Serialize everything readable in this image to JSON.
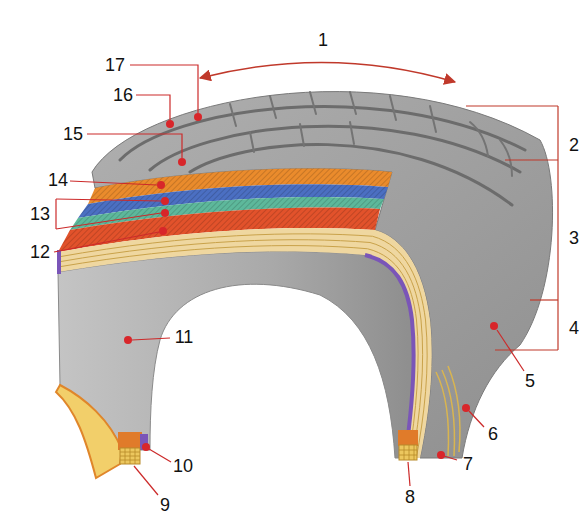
{
  "diagram": {
    "labels": [
      "1",
      "17",
      "16",
      "2",
      "15",
      "14",
      "3",
      "13",
      "12",
      "11",
      "4",
      "5",
      "6",
      "7",
      "10",
      "8",
      "9"
    ]
  }
}
